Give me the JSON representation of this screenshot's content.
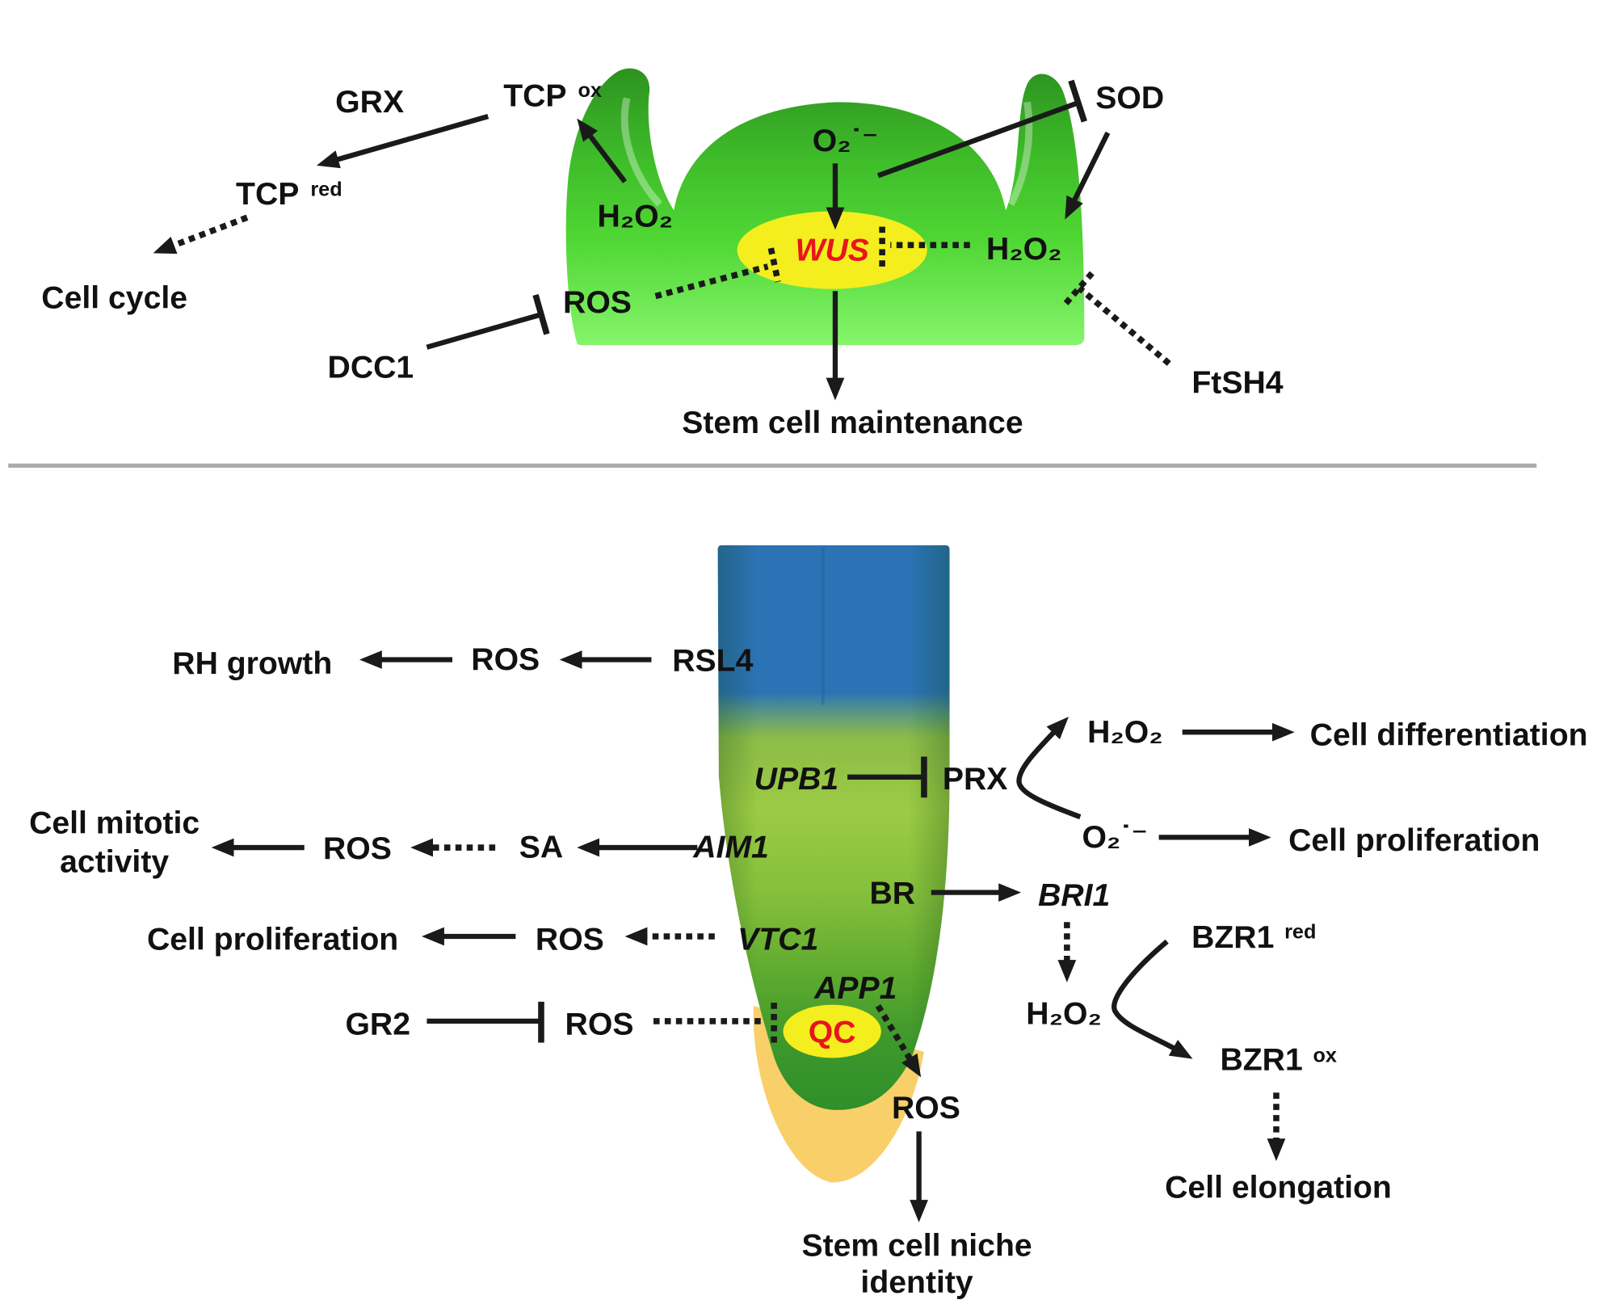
{
  "shoot_apical_meristem": {
    "grx": "GRX",
    "tcp_ox": {
      "base": "TCP",
      "sup": "ox"
    },
    "tcp_red": {
      "base": "TCP",
      "sup": "red"
    },
    "cell_cycle": "Cell cycle",
    "h2o2_left": "H₂O₂",
    "superoxide": "O₂˙⁻",
    "wus": "WUS",
    "sod": "SOD",
    "h2o2_right": "H₂O₂",
    "ros": "ROS",
    "dcc1": "DCC1",
    "ftsh4": "FtSH4",
    "stem_cell_maintenance": "Stem cell maintenance"
  },
  "root": {
    "rh_growth": "RH growth",
    "ros_rh": "ROS",
    "rsl4": "RSL4",
    "upb1": "UPB1",
    "prx": "PRX",
    "h2o2_prx": "H₂O₂",
    "cell_differentiation": "Cell differentiation",
    "superoxide_prx": "O₂˙⁻",
    "cell_proliferation_right": "Cell proliferation",
    "cell_mitotic_activity": [
      "Cell mitotic",
      "activity"
    ],
    "ros_mitotic": "ROS",
    "sa": "SA",
    "aim1": "AIM1",
    "br": "BR",
    "bri1": "BRI1",
    "cell_proliferation_left": "Cell proliferation",
    "ros_vtc1": "ROS",
    "vtc1": "VTC1",
    "bzr1_red": {
      "base": "BZR1",
      "sup": "red"
    },
    "h2o2_br": "H₂O₂",
    "bzr1_ox": {
      "base": "BZR1",
      "sup": "ox"
    },
    "cell_elongation": "Cell elongation",
    "app1": "APP1",
    "gr2": "GR2",
    "ros_gr2": "ROS",
    "qc": "QC",
    "ros_qc": "ROS",
    "stem_cell_niche_identity": [
      "Stem cell niche",
      "identity"
    ]
  },
  "colors": {
    "meristem_dark_green": "#2b8f1f",
    "meristem_light_green": "#86f56c",
    "nucleus_yellow": "#f4ee1e",
    "label_red": "#e8141e",
    "root_blue": "#2b73b5",
    "root_cap_orange": "#f9cf69",
    "arrow": "#1a1a1a",
    "divider_gray": "#aaaaaa"
  }
}
